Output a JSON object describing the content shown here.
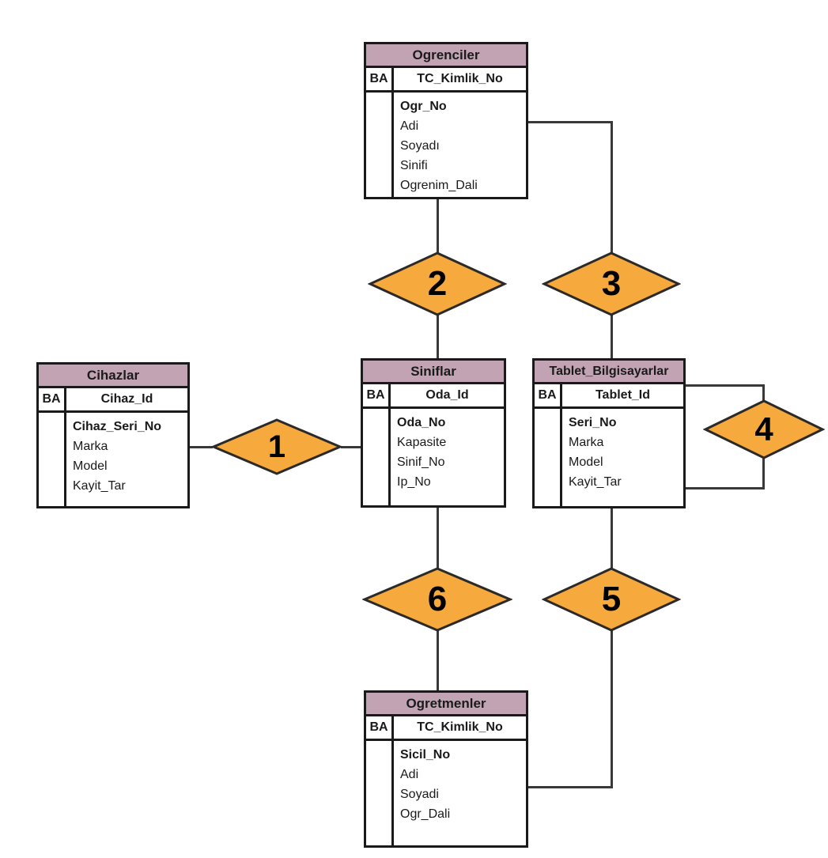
{
  "colors": {
    "header_bg": "#C1A3B3",
    "diamond_fill": "#F6A93D",
    "diamond_stroke": "#2B2A29",
    "table_border": "#1A1A1A",
    "connector": "#3A3937",
    "text": "#1A1A1A"
  },
  "entities": {
    "ogrenciler": {
      "title": "Ogrenciler",
      "key_badge": "BA",
      "primary_key": "TC_Kimlik_No",
      "attributes": [
        "Ogr_No",
        "Adi",
        "Soyadı",
        "Sinifi",
        "Ogrenim_Dali"
      ]
    },
    "cihazlar": {
      "title": "Cihazlar",
      "key_badge": "BA",
      "primary_key": "Cihaz_Id",
      "attributes": [
        "Cihaz_Seri_No",
        "Marka",
        "Model",
        "Kayit_Tar"
      ]
    },
    "siniflar": {
      "title": "Siniflar",
      "key_badge": "BA",
      "primary_key": "Oda_Id",
      "attributes": [
        "Oda_No",
        "Kapasite",
        "Sinif_No",
        "Ip_No"
      ]
    },
    "tablet_bilgisayarlar": {
      "title": "Tablet_Bilgisayarlar",
      "key_badge": "BA",
      "primary_key": "Tablet_Id",
      "attributes": [
        "Seri_No",
        "Marka",
        "Model",
        "Kayit_Tar"
      ]
    },
    "ogretmenler": {
      "title": "Ogretmenler",
      "key_badge": "BA",
      "primary_key": "TC_Kimlik_No",
      "attributes": [
        "Sicil_No",
        "Adi",
        "Soyadi",
        "Ogr_Dali"
      ]
    }
  },
  "relationships": {
    "r1": {
      "label": "1",
      "connects": [
        "Cihazlar",
        "Siniflar"
      ]
    },
    "r2": {
      "label": "2",
      "connects": [
        "Ogrenciler",
        "Siniflar"
      ]
    },
    "r3": {
      "label": "3",
      "connects": [
        "Ogrenciler",
        "Tablet_Bilgisayarlar"
      ]
    },
    "r4": {
      "label": "4",
      "connects": [
        "Tablet_Bilgisayarlar",
        "Tablet_Bilgisayarlar"
      ]
    },
    "r5": {
      "label": "5",
      "connects": [
        "Tablet_Bilgisayarlar",
        "Ogretmenler"
      ]
    },
    "r6": {
      "label": "6",
      "connects": [
        "Siniflar",
        "Ogretmenler"
      ]
    }
  }
}
